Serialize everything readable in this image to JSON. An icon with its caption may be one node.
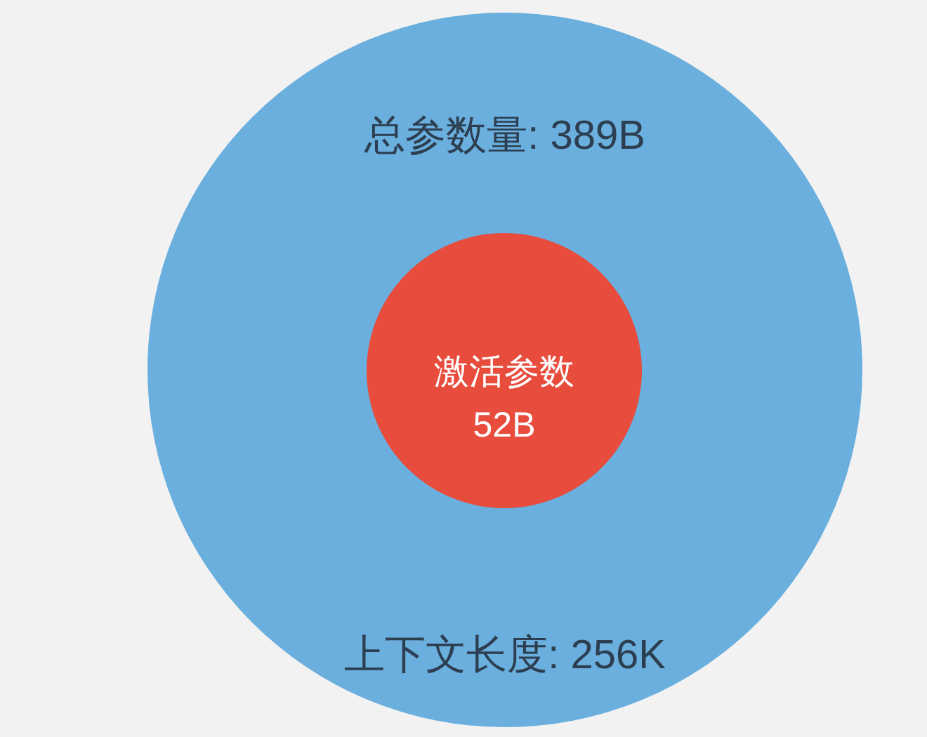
{
  "diagram": {
    "nodes": [
      {
        "text": [
          "总参数量: 389B",
          "上下文长度: 256K"
        ]
      },
      {
        "text": [
          "激活参数",
          "52B"
        ],
        "in": 0
      }
    ]
  }
}
